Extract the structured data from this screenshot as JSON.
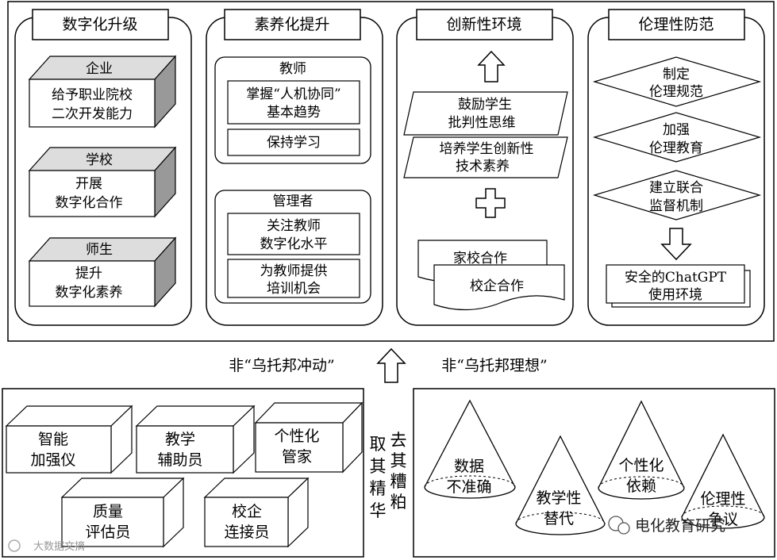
{
  "columns": [
    {
      "title": "数字化升级",
      "blocks": [
        {
          "head": "企业",
          "lines": [
            "给予职业院校",
            "二次开发能力"
          ]
        },
        {
          "head": "学校",
          "lines": [
            "开展",
            "数字化合作"
          ]
        },
        {
          "head": "师生",
          "lines": [
            "提升",
            "数字化素养"
          ]
        }
      ]
    },
    {
      "title": "素养化提升",
      "groups": [
        {
          "head": "教师",
          "items": [
            [
              "掌握“人机协同”",
              "基本趋势"
            ],
            [
              "保持学习"
            ]
          ]
        },
        {
          "head": "管理者",
          "items": [
            [
              "关注教师",
              "数字化水平"
            ],
            [
              "为教师提供",
              "培训机会"
            ]
          ]
        }
      ]
    },
    {
      "title": "创新性环境",
      "para": [
        [
          "鼓励学生",
          "批判性思维"
        ],
        [
          "培养学生创新性",
          "技术素养"
        ]
      ],
      "docs": [
        "家校合作",
        "校企合作"
      ]
    },
    {
      "title": "伦理性防范",
      "diamonds": [
        [
          "制定",
          "伦理规范"
        ],
        [
          "加强",
          "伦理教育"
        ],
        [
          "建立联合",
          "监督机制"
        ]
      ],
      "result": [
        "安全的ChatGPT",
        "使用环境"
      ]
    }
  ],
  "middle": {
    "left": "非“乌托邦冲动”",
    "right": "非“乌托邦理想”"
  },
  "bottom_left": {
    "boxes": [
      [
        "智能",
        "加强仪"
      ],
      [
        "教学",
        "辅助员"
      ],
      [
        "个性化",
        "管家"
      ],
      [
        "质量",
        "评估员"
      ],
      [
        "校企",
        "连接员"
      ]
    ]
  },
  "center_labels": {
    "col1": [
      "去",
      "其",
      "糟",
      "粕"
    ],
    "col2": [
      "取",
      "其",
      "精",
      "华"
    ]
  },
  "bottom_right": {
    "cones": [
      [
        "数据",
        "不准确"
      ],
      [
        "教学性",
        "替代"
      ],
      [
        "个性化",
        "依赖"
      ],
      [
        "伦理性",
        "争议"
      ]
    ]
  },
  "watermarks": {
    "left": "大数据文摘",
    "right": "电化教育研究"
  }
}
